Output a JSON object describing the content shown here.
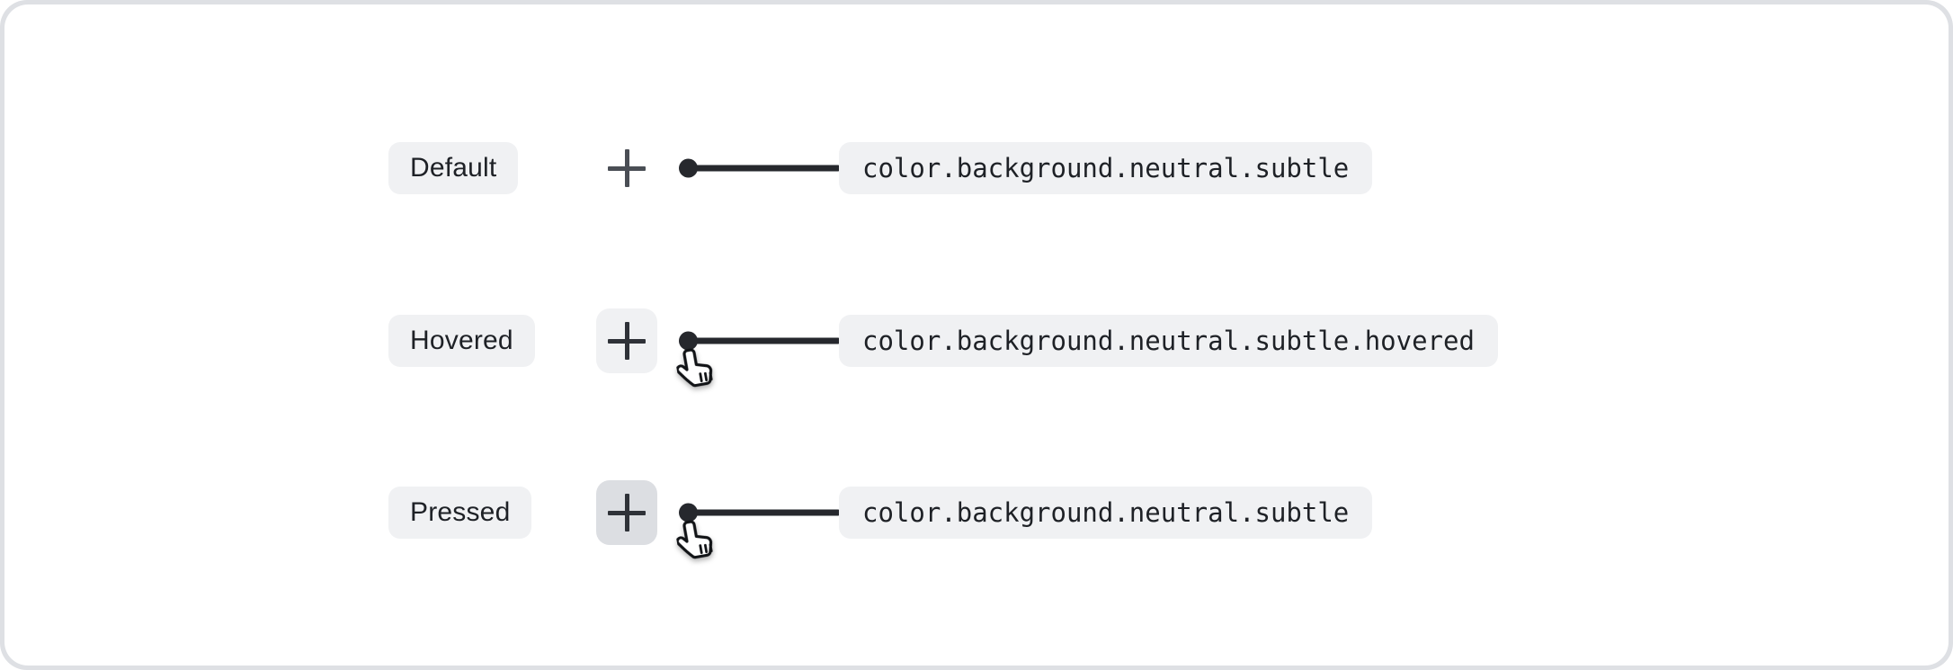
{
  "canvas": {
    "background": "#FFFFFF",
    "frame_color": "#DEE0E4"
  },
  "colors": {
    "pill_background": "#F0F1F3",
    "pressed_button_background": "#DCDEE2",
    "hovered_button_background": "#F0F1F3",
    "text": "#1E2126",
    "connector": "#26282D"
  },
  "icons": {
    "plus": "+",
    "pointer": "pointer-hand-cursor"
  },
  "rows": [
    {
      "state_label": "Default",
      "token": "color.background.neutral.subtle",
      "button_background": "transparent",
      "cursor_visible": false
    },
    {
      "state_label": "Hovered",
      "token": "color.background.neutral.subtle.hovered",
      "button_background": "#F0F1F3",
      "cursor_visible": true
    },
    {
      "state_label": "Pressed",
      "token": "color.background.neutral.subtle",
      "button_background": "#DCDEE2",
      "cursor_visible": true
    }
  ]
}
